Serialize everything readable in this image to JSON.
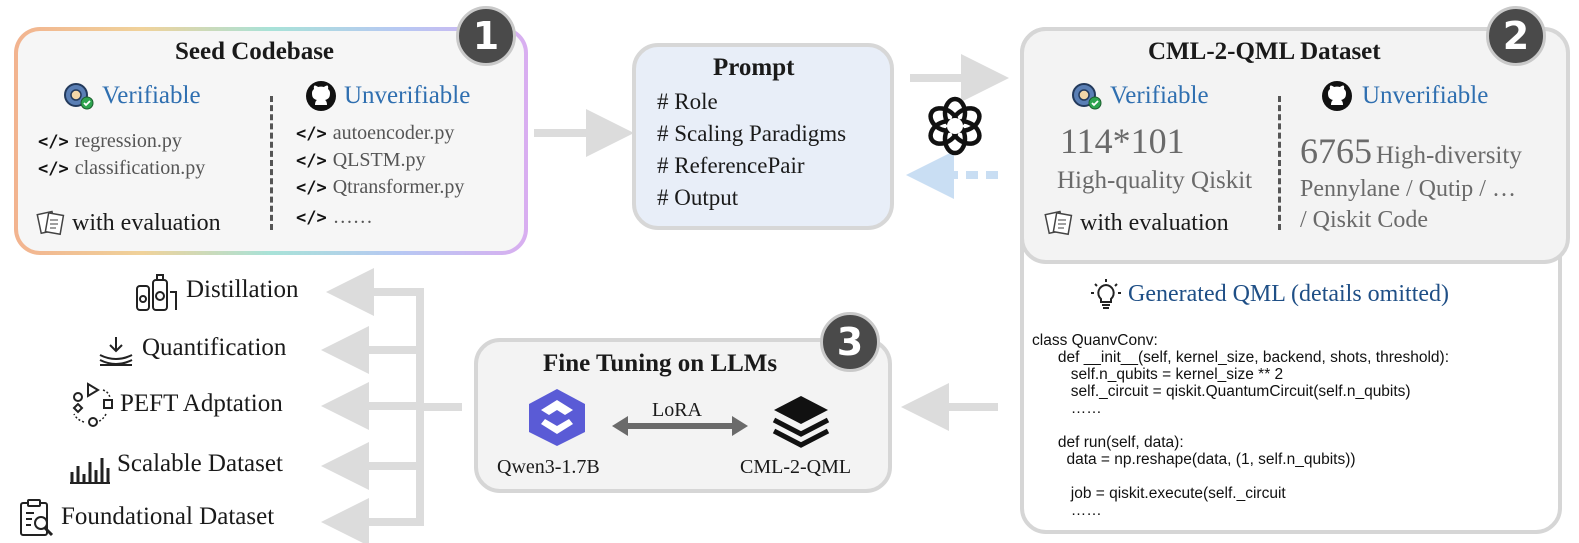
{
  "seed": {
    "title": "Seed Codebase",
    "badge": "1",
    "verifiable_label": "Verifiable",
    "unverifiable_label": "Unverifiable",
    "verifiable_files": [
      "regression.py",
      "classification.py"
    ],
    "unverifiable_files": [
      "autoencoder.py",
      "QLSTM.py",
      "Qtransformer.py",
      "……"
    ],
    "evaluation": "with evaluation"
  },
  "prompt": {
    "title": "Prompt",
    "lines": [
      "# Role",
      "# Scaling Paradigms",
      "# ReferencePair",
      "# Output"
    ]
  },
  "dataset": {
    "title": "CML-2-QML Dataset",
    "badge": "2",
    "verifiable_label": "Verifiable",
    "unverifiable_label": "Unverifiable",
    "verifiable_count": "114*101",
    "verifiable_desc": "High-quality Qiskit",
    "evaluation": "with evaluation",
    "unverifiable_count": "6765",
    "unverifiable_desc1": "High-diversity",
    "unverifiable_desc2": "Pennylane / Qutip / …",
    "unverifiable_desc3": "/ Qiskit Code",
    "generated_label": "Generated QML (details omitted)",
    "code": "class QuanvConv:\n      def __init__(self, kernel_size, backend, shots, threshold):\n         self.n_qubits = kernel_size ** 2\n         self._circuit = qiskit.QuantumCircuit(self.n_qubits)\n         ……\n\n      def run(self, data):\n        data = np.reshape(data, (1, self.n_qubits))\n\n         job = qiskit.execute(self._circuit\n         ……"
  },
  "fine_tuning": {
    "title": "Fine Tuning on LLMs",
    "badge": "3",
    "model_left": "Qwen3-1.7B",
    "method": "LoRA",
    "model_right": "CML-2-QML"
  },
  "outputs": [
    "Distillation",
    "Quantification",
    "PEFT Adptation",
    "Scalable Dataset",
    "Foundational Dataset"
  ],
  "colors": {
    "accent_blue": "#2f6fb0",
    "arrow_gray": "#dcdcdc",
    "dashed_blue": "#c9def3",
    "qwen_blue": "#5a5bd6"
  }
}
